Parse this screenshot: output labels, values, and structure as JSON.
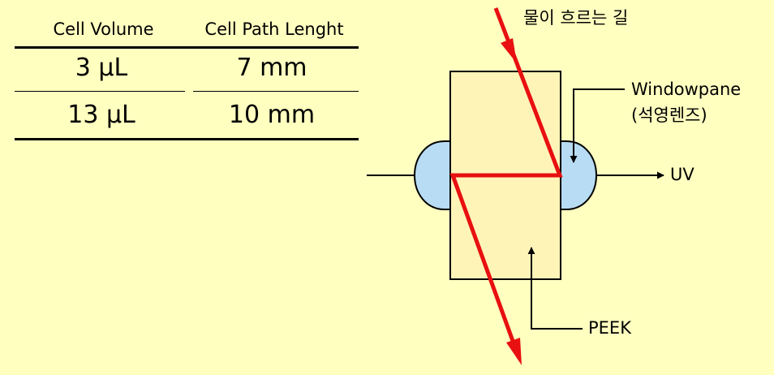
{
  "table": {
    "headers": [
      "Cell Volume",
      "Cell Path Lenght"
    ],
    "rows": [
      [
        "3 μL",
        "7 mm"
      ],
      [
        "13 μL",
        "10 mm"
      ]
    ]
  },
  "diagram": {
    "flow_label": "물이 흐르는 길",
    "windowpane_label": "Windowpane",
    "windowpane_sublabel": "(석영렌즈)",
    "uv_label": "UV",
    "peek_label": "PEEK"
  },
  "colors": {
    "background": "#ffffc0",
    "cell_body": "#fff4b8",
    "window_lens": "#b8dcf4",
    "flow_path": "#e81010",
    "lines": "#000000"
  }
}
